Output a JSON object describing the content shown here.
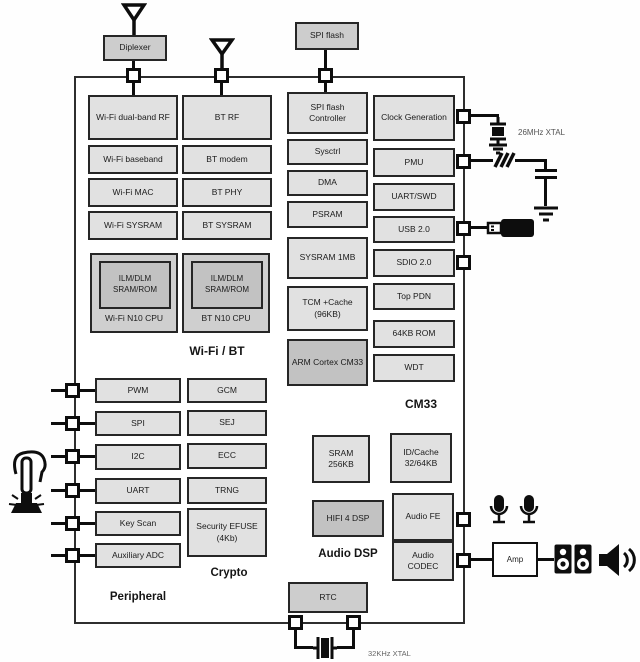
{
  "external": {
    "diplexer": "Diplexer",
    "spi_flash": "SPI flash",
    "amp": "Amp",
    "xtal_main_label": "26MHz XTAL",
    "xtal_32k_label": "32KHz XTAL"
  },
  "wifi_bt": {
    "section_label": "Wi-Fi / BT",
    "wifi_stack": [
      "Wi-Fi dual-band RF",
      "Wi-Fi baseband",
      "Wi-Fi MAC",
      "Wi-Fi SYSRAM"
    ],
    "bt_stack": [
      "BT RF",
      "BT modem",
      "BT PHY",
      "BT SYSRAM"
    ],
    "wifi_cpu": {
      "mem": "ILM/DLM SRAM/ROM",
      "label": "Wi-Fi N10 CPU"
    },
    "bt_cpu": {
      "mem": "ILM/DLM SRAM/ROM",
      "label": "BT N10 CPU"
    }
  },
  "cm33": {
    "section_label": "CM33",
    "core_stack": [
      "SPI flash Controller",
      "Sysctrl",
      "DMA",
      "PSRAM",
      "SYSRAM 1MB",
      "TCM +Cache (96KB)",
      "ARM Cortex CM33"
    ],
    "io_stack": [
      "Clock Generation",
      "PMU",
      "UART/SWD",
      "USB 2.0",
      "SDIO 2.0",
      "Top PDN",
      "64KB ROM",
      "WDT"
    ]
  },
  "peripheral": {
    "section_label": "Peripheral",
    "items": [
      "PWM",
      "SPI",
      "I2C",
      "UART",
      "Key Scan",
      "Auxiliary ADC"
    ]
  },
  "crypto": {
    "section_label": "Crypto",
    "items": [
      "GCM",
      "SEJ",
      "ECC",
      "TRNG",
      "Security EFUSE (4Kb)"
    ]
  },
  "audio": {
    "section_label": "Audio DSP",
    "sram": "SRAM 256KB",
    "cache": "ID/Cache 32/64KB",
    "dsp": "HIFI 4 DSP",
    "fe": "Audio FE",
    "codec": "Audio CODEC"
  },
  "rtc": {
    "label": "RTC"
  },
  "icons": {
    "antenna": "antenna-mast",
    "xtal_main": "crystal-with-ground",
    "xtal_32k": "crystal",
    "inductor": "inductor-coil",
    "capacitor": "capacitor-plates",
    "ground": "ground-symbol",
    "usb": "usb-flash-drive",
    "mic": "microphone",
    "speaker_cabinet": "speaker-cabinet",
    "loudspeaker": "loudspeaker-waves",
    "finger": "finger-pressing-button"
  }
}
